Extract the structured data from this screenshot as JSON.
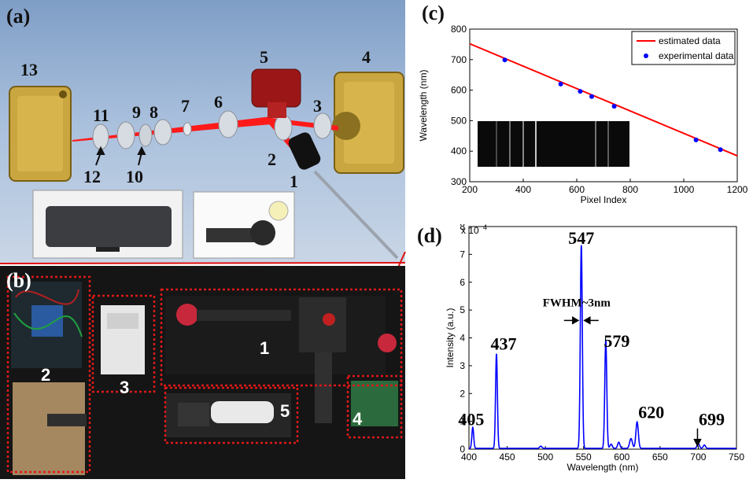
{
  "panel_a": {
    "label": "(a)",
    "component_numbers": [
      "13",
      "11",
      "9",
      "8",
      "7",
      "6",
      "5",
      "4",
      "3",
      "2",
      "1",
      "12",
      "10"
    ]
  },
  "panel_b": {
    "label": "(b)",
    "region_numbers": [
      "1",
      "2",
      "3",
      "4",
      "5"
    ]
  },
  "chart_data": [
    {
      "panel": "(c)",
      "type": "scatter",
      "xlabel": "Pixel Index",
      "ylabel": "Wavelength (nm)",
      "xlim": [
        200,
        1200
      ],
      "ylim": [
        300,
        800
      ],
      "xticks": [
        200,
        400,
        600,
        800,
        1000,
        1200
      ],
      "yticks": [
        300,
        400,
        500,
        600,
        700,
        800
      ],
      "legend": "top-right",
      "grid": false,
      "series": [
        {
          "name": "estimated data",
          "kind": "line",
          "color": "#ff0000",
          "x": [
            200,
            1200
          ],
          "y": [
            752,
            385
          ]
        },
        {
          "name": "experimental data",
          "kind": "scatter",
          "color": "#0000ff",
          "x": [
            331,
            540,
            613,
            656,
            740,
            1046,
            1137
          ],
          "y": [
            699,
            620,
            596,
            579,
            547,
            437,
            405
          ]
        }
      ]
    },
    {
      "panel": "(d)",
      "type": "line",
      "xlabel": "Wavelength (nm)",
      "ylabel": "Intensity (a.u.)",
      "y_multiplier": "x 10",
      "y_multiplier_exp": "4",
      "xlim": [
        400,
        750
      ],
      "ylim": [
        0,
        8
      ],
      "xticks": [
        400,
        450,
        500,
        550,
        600,
        650,
        700,
        750
      ],
      "yticks": [
        0,
        1,
        2,
        3,
        4,
        5,
        6,
        7,
        8
      ],
      "grid": false,
      "color": "#0000ff",
      "peaks": [
        {
          "center": 405,
          "height": 0.75,
          "width": 1.2
        },
        {
          "center": 436,
          "height": 3.4,
          "width": 1.2
        },
        {
          "center": 494,
          "height": 0.08,
          "width": 1.5
        },
        {
          "center": 547,
          "height": 7.3,
          "width": 1.3
        },
        {
          "center": 579,
          "height": 3.9,
          "width": 1.3
        },
        {
          "center": 586,
          "height": 0.15,
          "width": 1.5
        },
        {
          "center": 596,
          "height": 0.22,
          "width": 1.5
        },
        {
          "center": 612,
          "height": 0.35,
          "width": 1.8
        },
        {
          "center": 620,
          "height": 0.95,
          "width": 1.6
        },
        {
          "center": 700,
          "height": 0.18,
          "width": 1.5
        },
        {
          "center": 708,
          "height": 0.12,
          "width": 1.5
        }
      ],
      "annotations": [
        {
          "text": "405",
          "x": 405,
          "y": 0.75
        },
        {
          "text": "437",
          "x": 437,
          "y": 3.4
        },
        {
          "text": "547",
          "x": 547,
          "y": 7.3
        },
        {
          "text": "FWHM~3nm",
          "x": 547,
          "y": 4.4
        },
        {
          "text": "579",
          "x": 579,
          "y": 3.9
        },
        {
          "text": "620",
          "x": 620,
          "y": 0.95
        },
        {
          "text": "699",
          "x": 699,
          "y": 0.35
        }
      ]
    }
  ]
}
